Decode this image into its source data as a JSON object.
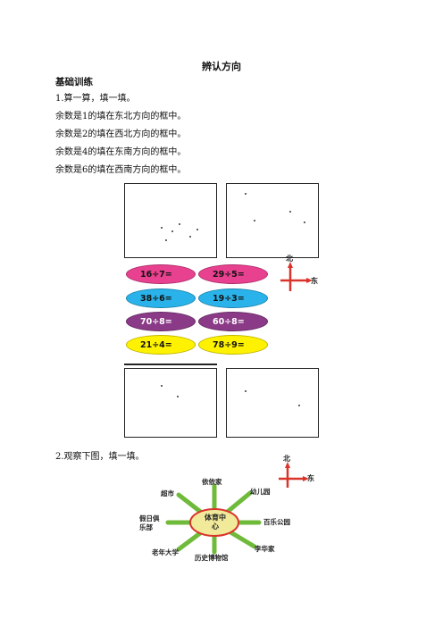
{
  "title": "辨认方向",
  "section": "基础训练",
  "q1": {
    "prompt": "1.算一算，填一填。",
    "rules": [
      "余数是1的填在东北方向的框中。",
      "余数是2的填在西北方向的框中。",
      "余数是4的填在东南方向的框中。",
      "余数是6的填在西南方向的框中。"
    ],
    "ovals": [
      {
        "expr": "16÷7=",
        "color": "#e8418f"
      },
      {
        "expr": "29÷5=",
        "color": "#e8418f"
      },
      {
        "expr": "38÷6=",
        "color": "#2ab3ea"
      },
      {
        "expr": "19÷3=",
        "color": "#2ab3ea"
      },
      {
        "expr": "70÷8=",
        "color": "#8a3a87"
      },
      {
        "expr": "60÷8=",
        "color": "#8a3a87"
      },
      {
        "expr": "21÷4=",
        "color": "#fff200"
      },
      {
        "expr": "78÷9=",
        "color": "#fff200"
      }
    ],
    "compass": {
      "north": "北",
      "east": "东"
    }
  },
  "q2": {
    "prompt": "2.观察下图，填一填。",
    "center": "体育中心",
    "places": [
      "依依家",
      "幼儿园",
      "百乐公园",
      "李华家",
      "历史博物馆",
      "老年大学",
      "假日俱乐部",
      "超市"
    ],
    "compass": {
      "north": "北",
      "east": "东"
    }
  }
}
